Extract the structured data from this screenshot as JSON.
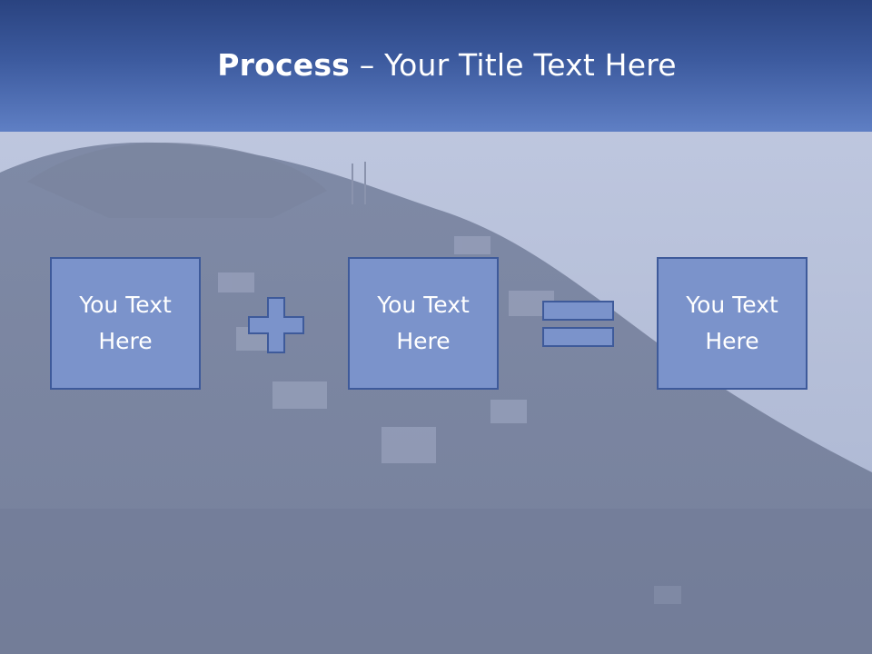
{
  "slide": {
    "title_bold": "Process",
    "title_rest": " – Your Title Text Here",
    "boxes": [
      {
        "label": "You Text Here"
      },
      {
        "label": "You Text Here"
      },
      {
        "label": "You Text Here"
      }
    ],
    "operators": [
      "plus-icon",
      "equals-icon"
    ],
    "colors": {
      "title_bar": "#3c5a9e",
      "box_fill": "#7b93cb",
      "box_border": "#3e5a9a",
      "background": "#8f9bb8"
    }
  }
}
